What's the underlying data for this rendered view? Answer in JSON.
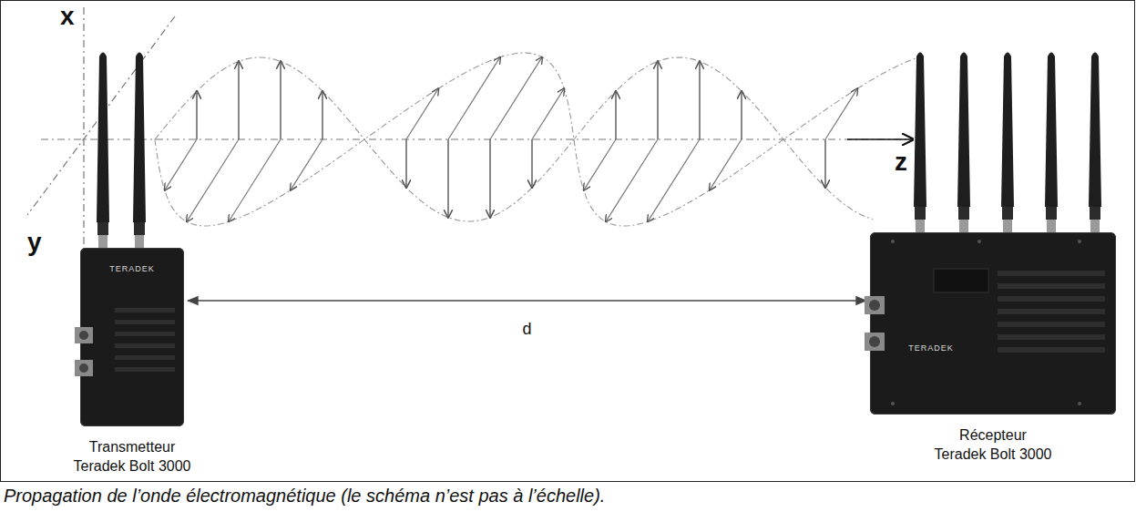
{
  "diagram": {
    "caption": "Propagation de l’onde électromagnétique (le schéma n’est pas à l’échelle).",
    "nodes": [
      {
        "text": [
          "TERADEK",
          "Transmetteur Teradek Bolt 3000"
        ]
      },
      {
        "text": [
          "TERADEK",
          "Récepteur Teradek Bolt 3000"
        ]
      }
    ],
    "edges": [
      {
        "from": 0,
        "to": 1,
        "arrow": "both",
        "label": "d"
      }
    ],
    "labels": [
      "x",
      "y",
      "z"
    ]
  }
}
